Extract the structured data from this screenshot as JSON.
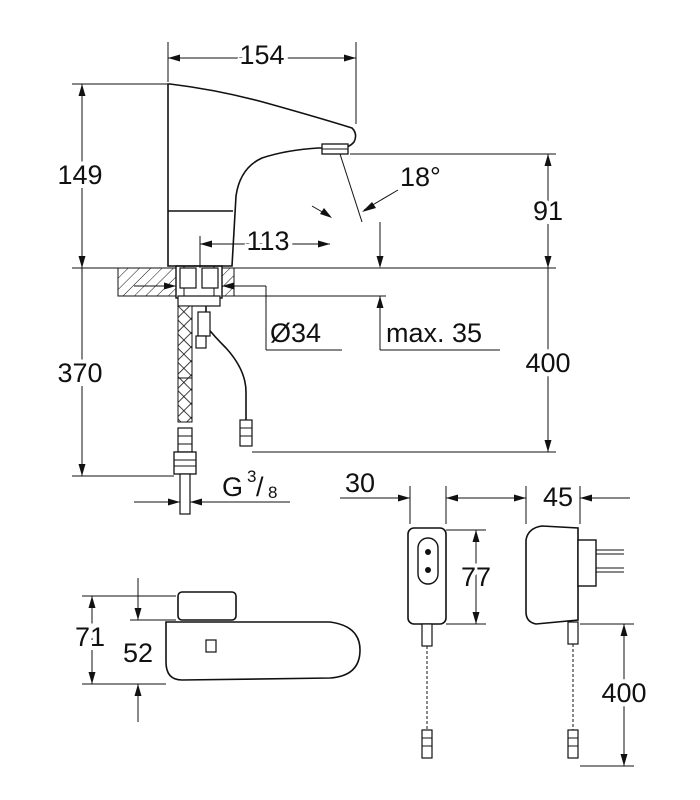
{
  "drawing": {
    "faucet_side": {
      "width": "154",
      "height": "149",
      "spout_height": "91",
      "angle": "18°",
      "reach": "113",
      "hole_diameter": "Ø34",
      "max_thickness": "max. 35",
      "hose_length": "370",
      "cable_length": "400",
      "thread": {
        "prefix": "G",
        "num": "3",
        "den": "8"
      }
    },
    "faucet_top": {
      "height": "71",
      "body_height": "52"
    },
    "power_unit": {
      "depth": "30",
      "width": "45",
      "height": "77",
      "cable_length": "400"
    }
  }
}
